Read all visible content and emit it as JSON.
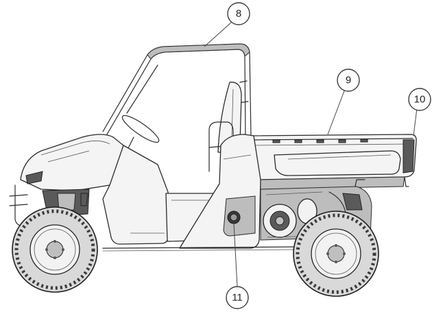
{
  "callouts": [
    {
      "id": "8",
      "label": "8"
    },
    {
      "id": "9",
      "label": "9"
    },
    {
      "id": "10",
      "label": "10"
    },
    {
      "id": "11",
      "label": "11"
    }
  ],
  "colors": {
    "outline": "#2a2a2a",
    "body": "#f4f4f4",
    "shadow": "#5a5a5a"
  }
}
